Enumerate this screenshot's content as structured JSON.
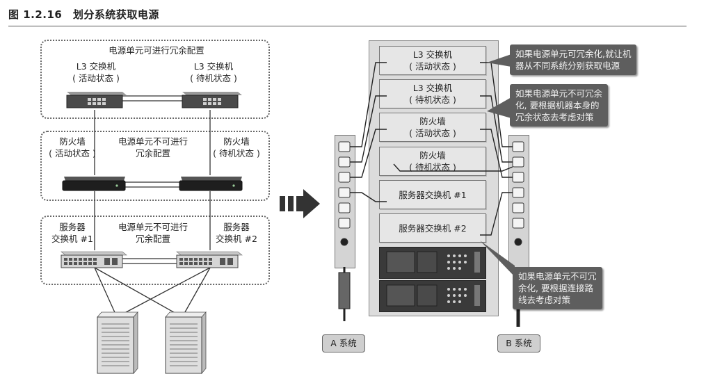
{
  "figure": {
    "title": "图 1.2.16　划分系统获取电源"
  },
  "left": {
    "l3_group_label": "电源单元可进行冗余配置",
    "l3_active_name": "L3 交换机",
    "l3_active_state": "( 活动状态 )",
    "l3_standby_name": "L3 交换机",
    "l3_standby_state": "( 待机状态 )",
    "fw_active_name": "防火墙",
    "fw_active_state": "( 活动状态 )",
    "fw_standby_name": "防火墙",
    "fw_standby_state": "( 待机状态 )",
    "fw_group_line1": "电源单元不可进行",
    "fw_group_line2": "冗余配置",
    "sw1_line1": "服务器",
    "sw1_line2": "交换机 #1",
    "sw2_line1": "服务器",
    "sw2_line2": "交换机 #2",
    "sw_group_line1": "电源单元不可进行",
    "sw_group_line2": "冗余配置"
  },
  "rack": {
    "u1_line1": "L3 交换机",
    "u1_line2": "( 活动状态 )",
    "u2_line1": "L3 交换机",
    "u2_line2": "( 待机状态 )",
    "u3_line1": "防火墙",
    "u3_line2": "( 活动状态 )",
    "u4_line1": "防火墙",
    "u4_line2": "( 待机状态 )",
    "u5": "服务器交换机 #1",
    "u6": "服务器交换机 #2"
  },
  "notes": {
    "n1_line1": "如果电源单元可冗余化,就让机",
    "n1_line2": "器从不同系统分别获取电源",
    "n2_line1": "如果电源单元不可冗余",
    "n2_line2": "化, 要根据机器本身的",
    "n2_line3": "冗余状态去考虑对策",
    "n3_line1": "如果电源单元不可冗",
    "n3_line2": "余化, 要根据连接路",
    "n3_line3": "线去考虑对策"
  },
  "systems": {
    "a": "A 系统",
    "b": "B 系统"
  }
}
